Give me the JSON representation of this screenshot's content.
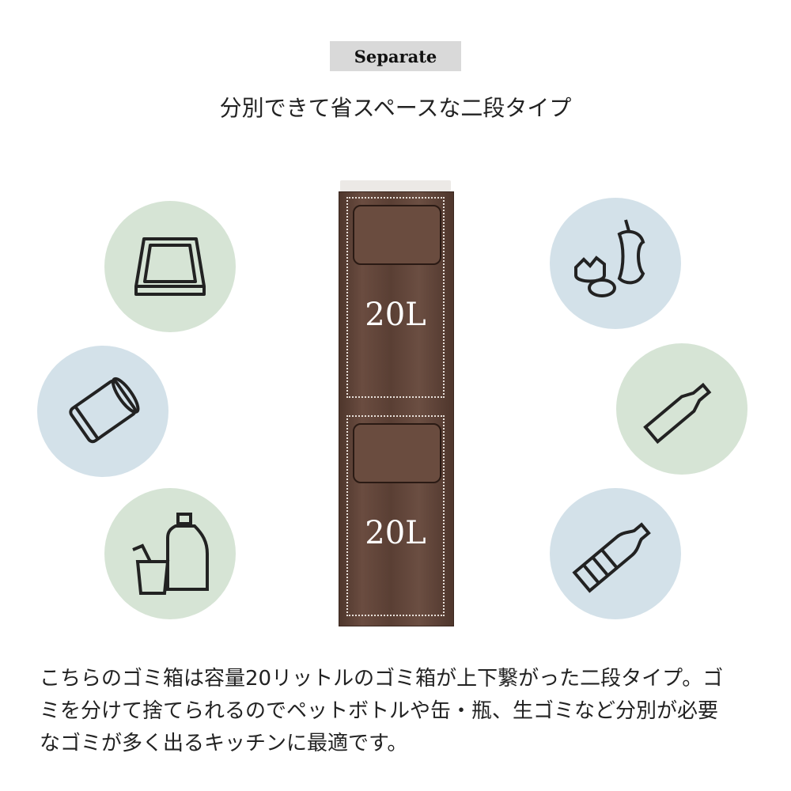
{
  "badge": "Separate",
  "subtitle": "分別できて省スペースな二段タイプ",
  "bin": {
    "upper_capacity": "20L",
    "lower_capacity": "20L"
  },
  "icons": [
    "tray-icon",
    "can-icon",
    "cup-and-detergent-bottle-icon",
    "food-waste-icon",
    "glass-bottle-icon",
    "pet-bottle-icon"
  ],
  "description": [
    "こちらのゴミ箱は容量20リットルのゴミ箱が上下繋がった二段タイプ。ゴ",
    "ミを分けて捨てられるのでペットボトルや缶・瓶、生ゴミなど分別が必要",
    "なゴミが多く出るキッチンに最適です。"
  ]
}
